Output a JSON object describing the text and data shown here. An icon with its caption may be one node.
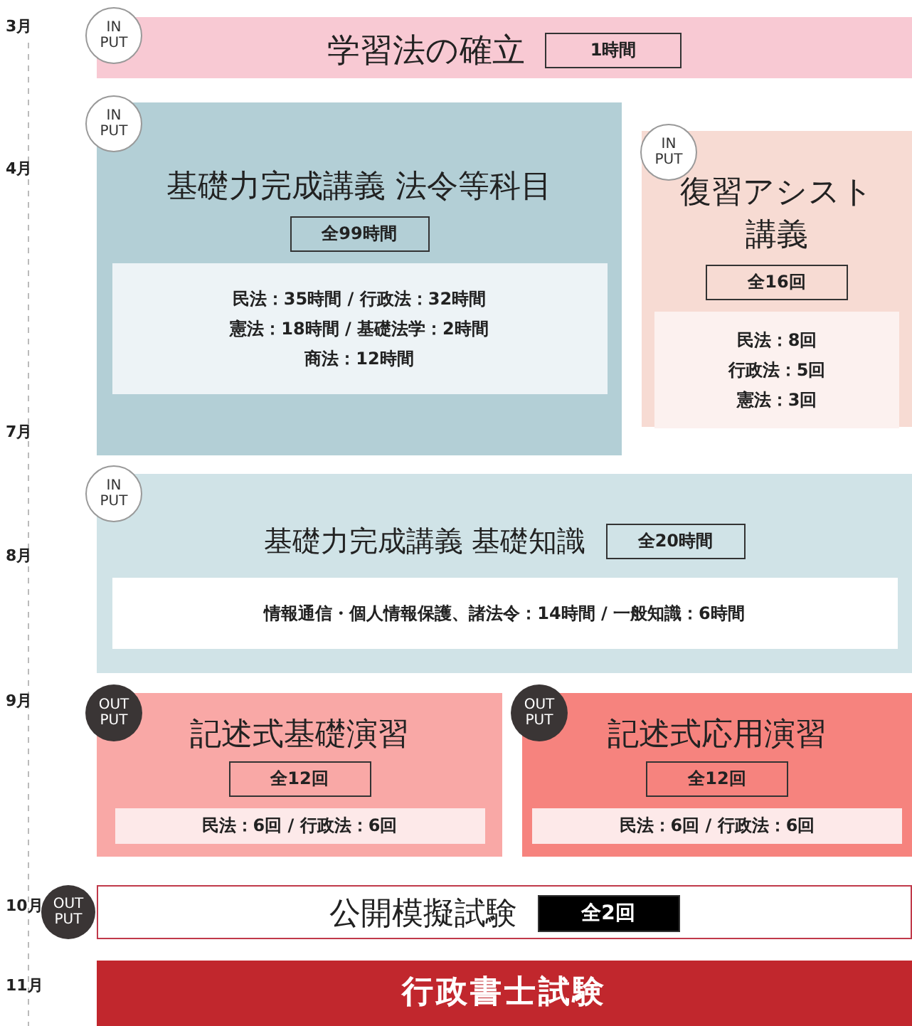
{
  "diagram": {
    "nodes": [
      {
        "text": [
          "IN PUT"
        ]
      },
      {
        "text": [
          "学習法の確立"
        ]
      },
      {
        "text": [
          "1時間"
        ],
        "in": 1
      },
      {
        "text": [
          "IN PUT"
        ]
      },
      {
        "text": [
          "基礎力完成講義 法令等科目"
        ]
      },
      {
        "text": [
          "全99時間"
        ],
        "in": 4
      },
      {
        "text": [
          "民法：35時間 / 行政法：32時間",
          "憲法：18時間 / 基礎法学：2時間",
          "商法：12時間"
        ],
        "in": 4
      },
      {
        "text": [
          "IN PUT"
        ]
      },
      {
        "text": [
          "復習アシスト講義"
        ]
      },
      {
        "text": [
          "全16回"
        ],
        "in": 8
      },
      {
        "text": [
          "民法：8回",
          "行政法：5回",
          "憲法：3回"
        ],
        "in": 8
      },
      {
        "text": [
          "IN PUT"
        ]
      },
      {
        "text": [
          "基礎力完成講義 基礎知識"
        ]
      },
      {
        "text": [
          "全20時間"
        ],
        "in": 12
      },
      {
        "text": [
          "情報通信・個人情報保護、諸法令：14時間 / 一般知識：6時間"
        ],
        "in": 12
      },
      {
        "text": [
          "OUT PUT"
        ]
      },
      {
        "text": [
          "記述式基礎演習"
        ]
      },
      {
        "text": [
          "全12回"
        ],
        "in": 16
      },
      {
        "text": [
          "民法：6回 / 行政法：6回"
        ],
        "in": 16
      },
      {
        "text": [
          "OUT PUT"
        ]
      },
      {
        "text": [
          "記述式応用演習"
        ]
      },
      {
        "text": [
          "全12回"
        ],
        "in": 20
      },
      {
        "text": [
          "民法：6回 / 行政法：6回"
        ],
        "in": 20
      },
      {
        "text": [
          "OUT PUT"
        ]
      },
      {
        "text": [
          "公開模擬試験"
        ]
      },
      {
        "text": [
          "全2回"
        ],
        "in": 24
      },
      {
        "text": [
          "行政書士試験"
        ]
      }
    ],
    "labels": [
      "3月",
      "4月",
      "7月",
      "8月",
      "9月",
      "10月",
      "11月"
    ]
  }
}
